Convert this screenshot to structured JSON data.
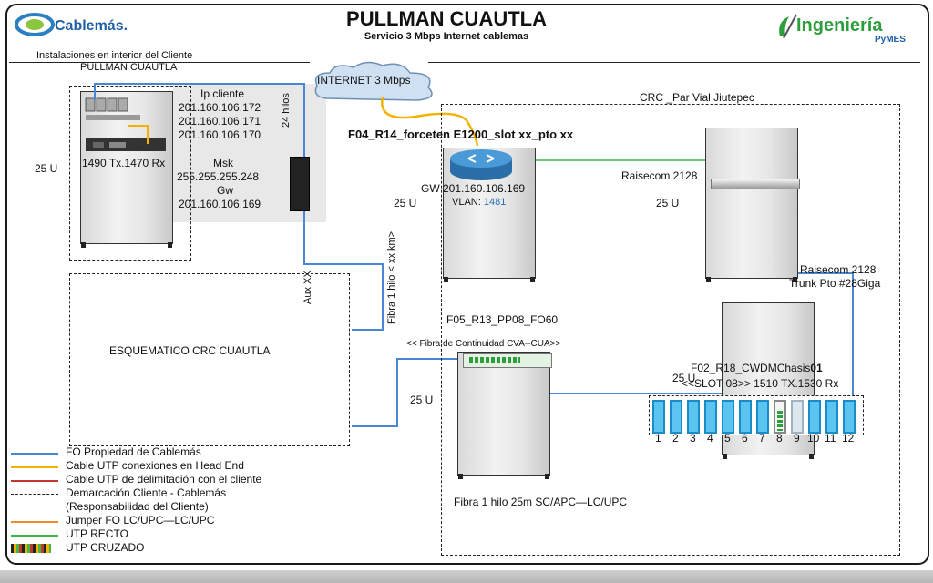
{
  "header": {
    "title": "PULLMAN CUAUTLA",
    "subtitle": "Servicio 3 Mbps Internet cablemas",
    "logo_left": "Cablemás.",
    "logo_right_main": "Ingeniería",
    "logo_right_sub": "PyMES"
  },
  "client_site": {
    "section_label": "Instalaciones en interior del Cliente",
    "site_name": "PULLMAN CUAUTLA",
    "rack_units": "25 U",
    "sfp_label": "1490 Tx.1470 Rx",
    "ip_label": "Ip cliente",
    "ips": [
      "201.160.106.172",
      "201.160.106.171",
      "201.160.106.170"
    ],
    "msk_label": "Msk",
    "msk_value": "255.255.255.248",
    "gw_label": "Gw",
    "gw_value": "201.160.106.169",
    "cable_label": "24 hilos",
    "aux_label": "Aux  XX"
  },
  "internet": {
    "cloud_label": "INTERNET 3 Mbps"
  },
  "crc": {
    "label": "CRC _Par Vial Jiutepec",
    "router_label": "F04_R14_forceten E1200_slot xx_pto xx",
    "gw_text": "GW 201.160.106.169",
    "vlan_label": "VLAN: ",
    "vlan_value": "1481",
    "rack_units_router": "25 U",
    "raisecom_top": "Raisecom 2128",
    "rack_units_raisecom": "25 U",
    "raisecom_trunk_1": "Raisecom 2128",
    "raisecom_trunk_2": "Trunk Pto #28Giga",
    "patch_label": "F05_R13_PP08_FO60",
    "continuity_label": "<< Fibra de Continuidad CVA--CUA>>",
    "rack_units_patch": "25 U",
    "cwdm_label_prefix": "F02_R18_CWDMChasis",
    "cwdm_label_bold": "01",
    "cwdm_slot": "<<SLOT 08>> 1510 TX.1530 Rx",
    "rack_units_cwdm": "25 U",
    "slot_numbers": [
      "1",
      "2",
      "3",
      "4",
      "5",
      "6",
      "7",
      "8",
      "9",
      "10",
      "11",
      "12"
    ],
    "fiber_note": "Fibra 1 hilo 25m SC/APC—LC/UPC"
  },
  "schematic": {
    "label": "ESQUEMATICO CRC CUAUTLA",
    "fiber_label": "Fibra 1 hilo < xx km>"
  },
  "legend": [
    {
      "color": "#4a86d6",
      "label": "FO Propiedad de Cablemás"
    },
    {
      "color": "#f2b200",
      "label": "Cable UTP conexiones en Head End"
    },
    {
      "color": "#c0392b",
      "label": "Cable UTP de delimitación con el cliente"
    },
    {
      "color": "",
      "label": "Demarcación Cliente - Cablemás"
    },
    {
      "color": "",
      "label": "(Responsabilidad del Cliente)"
    },
    {
      "color": "#f08a2a",
      "label": "Jumper FO LC/UPC—LC/UPC"
    },
    {
      "color": "#3fb84a",
      "label": "UTP RECTO"
    },
    {
      "color": "",
      "label": "UTP CRUZADO"
    }
  ]
}
